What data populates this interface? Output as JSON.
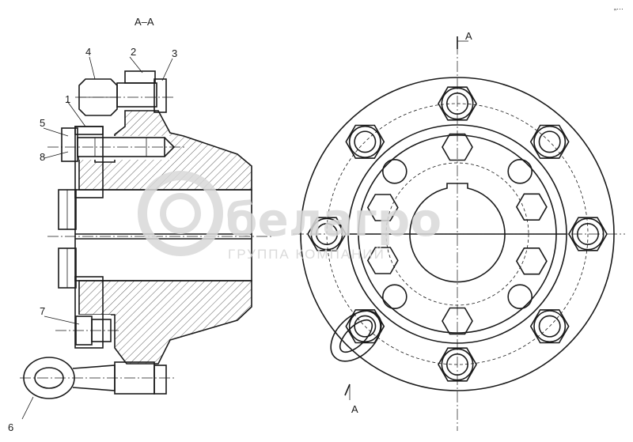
{
  "section_title": "А–А",
  "section_marks": [
    "А",
    "А"
  ],
  "callouts": [
    "1",
    "2",
    "3",
    "4",
    "5",
    "6",
    "7",
    "8"
  ],
  "watermark": {
    "brand": "белагро",
    "subtitle": "ГРУППА КОМПАНИЙ"
  },
  "corner_mark": "„…"
}
